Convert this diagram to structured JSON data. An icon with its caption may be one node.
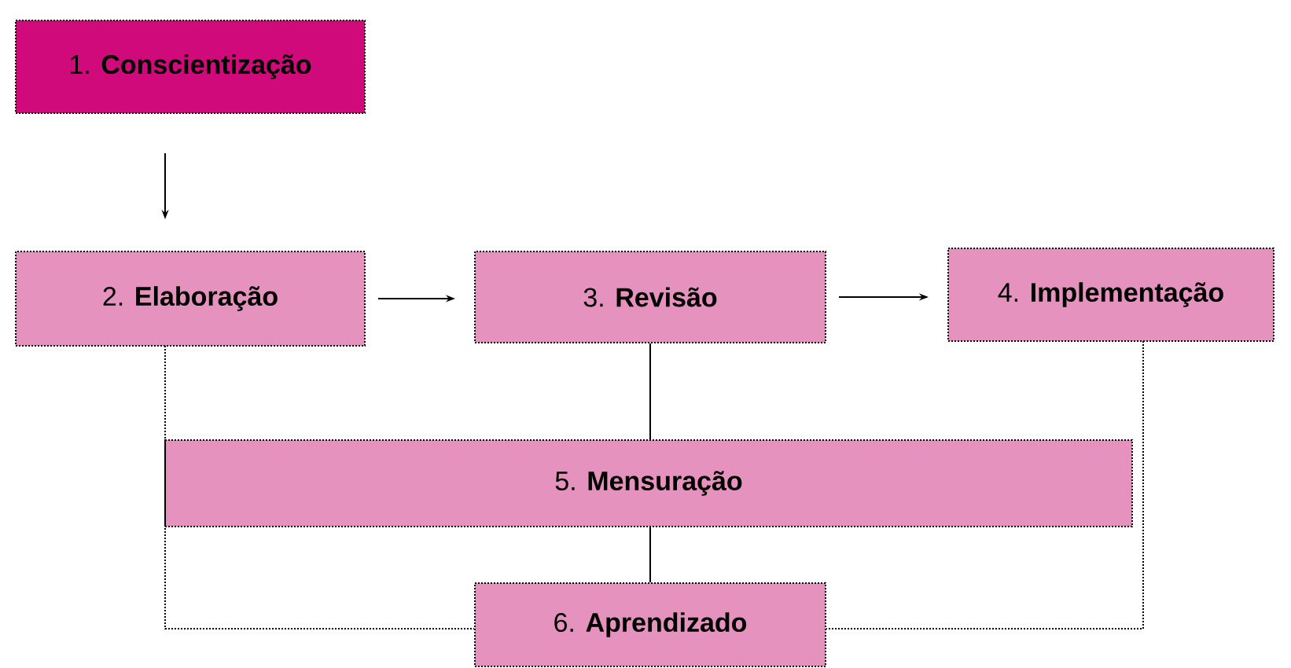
{
  "diagram": {
    "nodes": [
      {
        "text": [
          "1. **Conscientização**"
        ]
      },
      {
        "text": [
          "2. **Elaboração**"
        ]
      },
      {
        "text": [
          "3. **Revisão**"
        ]
      },
      {
        "text": [
          "4. **Implementação**"
        ]
      },
      {
        "text": [
          "5. **Mensuração**"
        ]
      },
      {
        "text": [
          "6. **Aprendizado**"
        ]
      }
    ],
    "edges": [
      {
        "from": 0,
        "to": 1,
        "arrow": "to"
      },
      {
        "from": 1,
        "to": 2,
        "arrow": "to"
      },
      {
        "from": 2,
        "to": 3,
        "arrow": "to"
      },
      {
        "from": 2,
        "to": 4,
        "arrow": "none"
      },
      {
        "from": 4,
        "to": 5,
        "arrow": "none"
      },
      {
        "from": 1,
        "to": 5,
        "arrow": "none",
        "style": "dashed"
      },
      {
        "from": 3,
        "to": 5,
        "arrow": "none",
        "style": "dashed"
      }
    ]
  }
}
